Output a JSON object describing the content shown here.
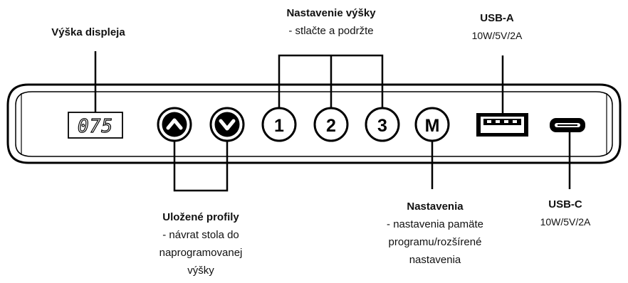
{
  "labels": {
    "display_height": {
      "title": "Výška displeja"
    },
    "height_setting": {
      "title": "Nastavenie výšky",
      "line1": "- stlačte a podržte"
    },
    "usb_a": {
      "title": "USB-A",
      "spec": "10W/5V/2A"
    },
    "usb_c": {
      "title": "USB-C",
      "spec": "10W/5V/2A"
    },
    "saved_profiles": {
      "title": "Uložené profily",
      "line1": "- návrat stola do",
      "line2": "naprogramovanej",
      "line3": "výšky"
    },
    "settings": {
      "title": "Nastavenia",
      "line1": "- nastavenia pamäte",
      "line2": "programu/rozšírené",
      "line3": "nastavenia"
    }
  },
  "panel": {
    "display_value": "075",
    "buttons": {
      "up": "up-arrow-icon",
      "down": "down-arrow-icon",
      "preset1": "1",
      "preset2": "2",
      "preset3": "3",
      "memory": "M"
    },
    "ports": {
      "usb_a": "usb-a-port-icon",
      "usb_c": "usb-c-port-icon"
    }
  }
}
